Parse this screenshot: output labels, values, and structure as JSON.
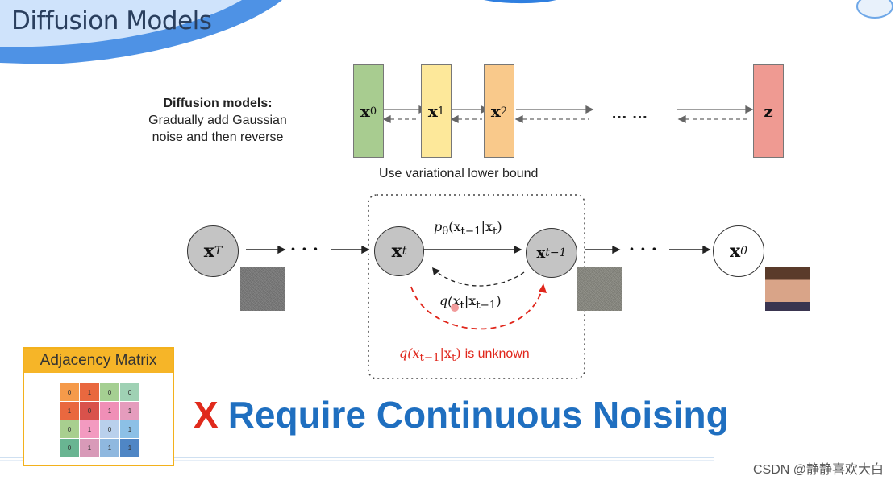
{
  "slide": {
    "title": "Diffusion Models",
    "description": {
      "heading": "Diffusion models:",
      "line1": "Gradually add Gaussian",
      "line2": "noise and then reverse"
    },
    "chain": {
      "boxes": [
        {
          "label": "x",
          "sub": "0",
          "color": "#a8cc90"
        },
        {
          "label": "x",
          "sub": "1",
          "color": "#fde89a"
        },
        {
          "label": "x",
          "sub": "2",
          "color": "#f9c98b"
        },
        {
          "label": "z",
          "sub": "",
          "color": "#ef9a92"
        }
      ],
      "ellipsis": "… …",
      "caption": "Use variational lower bound"
    },
    "markov": {
      "nodes": [
        {
          "label": "x",
          "sub": "T"
        },
        {
          "label": "x",
          "sub": "t"
        },
        {
          "label": "x",
          "sub": "t−1"
        },
        {
          "label": "x",
          "sub": "0"
        }
      ],
      "dots": "· · ·",
      "p_label": "p",
      "p_sub": "θ",
      "p_args": "(x",
      "p_args2": "t−1",
      "p_args3": "|x",
      "p_args4": "t",
      "p_args5": ")",
      "q_label": "q(x",
      "q_sub1": "t",
      "q_mid": "|x",
      "q_sub2": "t−1",
      "q_end": ")",
      "unknown_q": "q(x",
      "unknown_sub1": "t−1",
      "unknown_mid": "|x",
      "unknown_sub2": "t",
      "unknown_end": ")",
      "unknown_text": "is unknown"
    },
    "adjacency": {
      "title": "Adjacency Matrix",
      "cells": [
        [
          "0",
          "1",
          "0",
          "0"
        ],
        [
          "1",
          "0",
          "1",
          "1"
        ],
        [
          "0",
          "1",
          "0",
          "1"
        ],
        [
          "0",
          "1",
          "1",
          "1"
        ]
      ],
      "colors": [
        [
          "#f59a4a",
          "#e9683f",
          "#a5cf92",
          "#9fd1b4"
        ],
        [
          "#e9683f",
          "#d9524b",
          "#f08fb7",
          "#e59cbd"
        ],
        [
          "#a8cf8f",
          "#f39ac0",
          "#b9d0ec",
          "#8cc0e6"
        ],
        [
          "#69b592",
          "#d89ab8",
          "#8fb8df",
          "#4f86c5"
        ]
      ]
    },
    "headline": {
      "mark": "X",
      "text": "Require Continuous Noising"
    },
    "watermark": "CSDN @静静喜欢大白",
    "accent_colors": {
      "title_blue": "#2a3f5e",
      "headline_blue": "#1f6fc0",
      "red": "#e02a1c",
      "orange": "#f3b11c"
    }
  }
}
